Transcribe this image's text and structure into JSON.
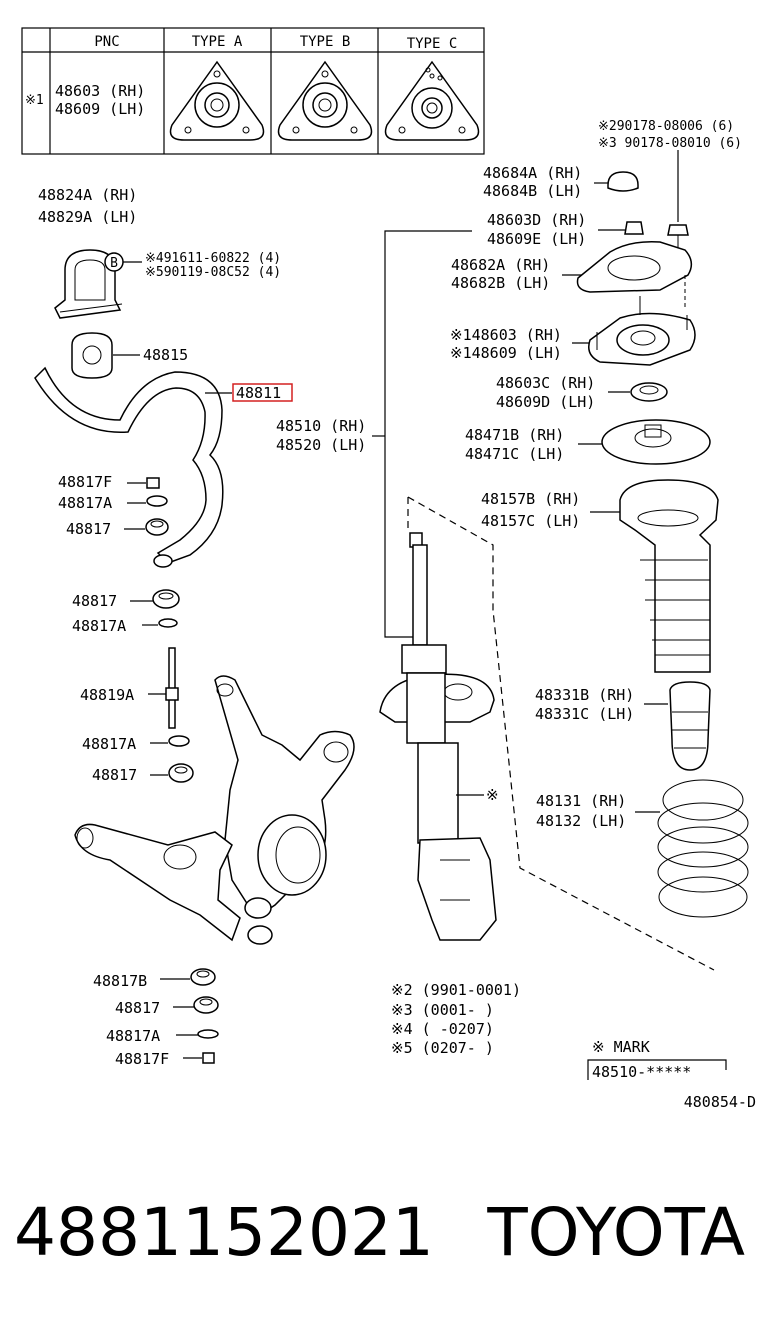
{
  "table": {
    "headers": [
      "PNC",
      "TYPE A",
      "TYPE B",
      "TYPE C"
    ],
    "row_mark": "※1",
    "row_pnc_rh": "48603 (RH)",
    "row_pnc_lh": "48609 (LH)"
  },
  "labels": {
    "p48824": "48824A (RH)",
    "p48829": "48829A (LH)",
    "b_badge": "B",
    "b_4": "※491611-60822 (4)",
    "b_5": "※590119-08C52 (4)",
    "p48815": "48815",
    "p48811": "48811",
    "p48817F_top": "48817F",
    "p48817A_top": "48817A",
    "p48817_top": "48817",
    "p48817_2": "48817",
    "p48817A_2": "48817A",
    "p48819A": "48819A",
    "p48817A_3": "48817A",
    "p48817_3": "48817",
    "p48817B": "48817B",
    "p48817_4": "48817",
    "p48817A_4": "48817A",
    "p48817F_bot": "48817F",
    "bolt_2": "※290178-08006 (6)",
    "bolt_3": "※3 90178-08010 (6)",
    "p48684a": "48684A (RH)",
    "p48684b": "48684B (LH)",
    "p48603d": "48603D (RH)",
    "p48609e": "48609E (LH)",
    "p48682a": "48682A (RH)",
    "p48682b": "48682B (LH)",
    "p148603": "※148603 (RH)",
    "p148609": "※148609 (LH)",
    "p48603c": "48603C (RH)",
    "p48609d": "48609D (LH)",
    "p48510": "48510 (RH)",
    "p48520": "48520 (LH)",
    "p48471b": "48471B (RH)",
    "p48471c": "48471C (LH)",
    "p48157b": "48157B (RH)",
    "p48157c": "48157C (LH)",
    "p48331b": "48331B (RH)",
    "p48331c": "48331C (LH)",
    "p48131": "48131 (RH)",
    "p48132": "48132 (LH)",
    "strut_mark": "※"
  },
  "notes": {
    "n2": "※2 (9901-0001)",
    "n3": "※3 (0001-      )",
    "n4": "※4 (      -0207)",
    "n5": "※5 (0207-      )",
    "mark_title": "※ MARK",
    "mark_value": "48510-*****",
    "diagram_code": "480854-D"
  },
  "footer": {
    "part_number": "4881152021",
    "brand": "TOYOTA"
  },
  "colors": {
    "highlight": "#d42020",
    "ink": "#000000"
  }
}
